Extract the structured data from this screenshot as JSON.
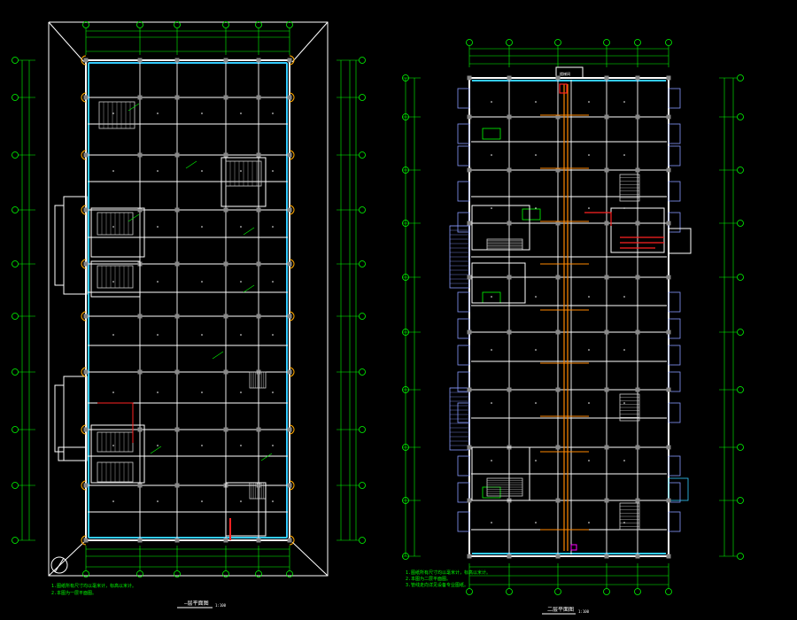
{
  "colors": {
    "background": "#000000",
    "wall": "#ffffff",
    "dimension": "#00ff00",
    "axis_bubble": "#00ff00",
    "glazing": "#33ccff",
    "column": "#888888",
    "pipe": "#ff8800",
    "duct": "#ff2222",
    "stair": "#cfcfcf",
    "door": "#ffaa00",
    "note": "#00ff00",
    "magenta": "#ff00ff",
    "pale_blue": "#8899ff"
  },
  "left_plan": {
    "title": "—层平面图",
    "scale": "1:100",
    "notes": [
      "1.图纸所有尺寸均以毫米计，标高以米计。",
      "2.本图为一层平面图。"
    ]
  },
  "right_plan": {
    "title": "二层平面图",
    "scale": "1:100",
    "room_tag": "楼梯间",
    "notes": [
      "1.图纸所有尺寸均以毫米计，标高以米计。",
      "2.本图为二层平面图。",
      "3.管线走向详见设备专业图纸。"
    ]
  },
  "icons": {
    "north_arrow": "north-arrow-icon"
  }
}
